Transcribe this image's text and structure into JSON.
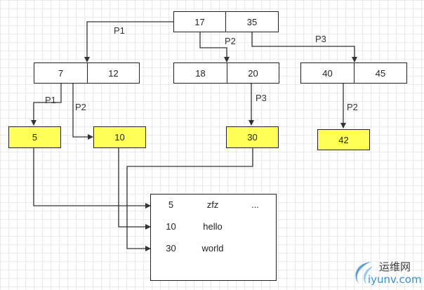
{
  "nodes": {
    "root": {
      "k1": "17",
      "k2": "35"
    },
    "n1": {
      "k1": "7",
      "k2": "12"
    },
    "n2": {
      "k1": "18",
      "k2": "20"
    },
    "n3": {
      "k1": "40",
      "k2": "45"
    }
  },
  "leaves": {
    "l5": "5",
    "l10": "10",
    "l30": "30",
    "l42": "42"
  },
  "edge_labels": {
    "root_p1": "P1",
    "root_p2": "P2",
    "root_p3": "P3",
    "n1_p1": "P1",
    "n1_p2": "P2",
    "n2_p3": "P3",
    "n3_p2": "P2"
  },
  "table": {
    "rows": [
      [
        "5",
        "zfz",
        "..."
      ],
      [
        "10",
        "hello",
        ""
      ],
      [
        "30",
        "world",
        ""
      ],
      [
        "",
        "",
        ""
      ]
    ]
  },
  "watermark": {
    "line1": "运维网",
    "line2": "iyunv.com"
  },
  "colors": {
    "leaf_fill": "#ffff55",
    "line": "#333333",
    "watermark_accent": "#3a8fd0"
  }
}
